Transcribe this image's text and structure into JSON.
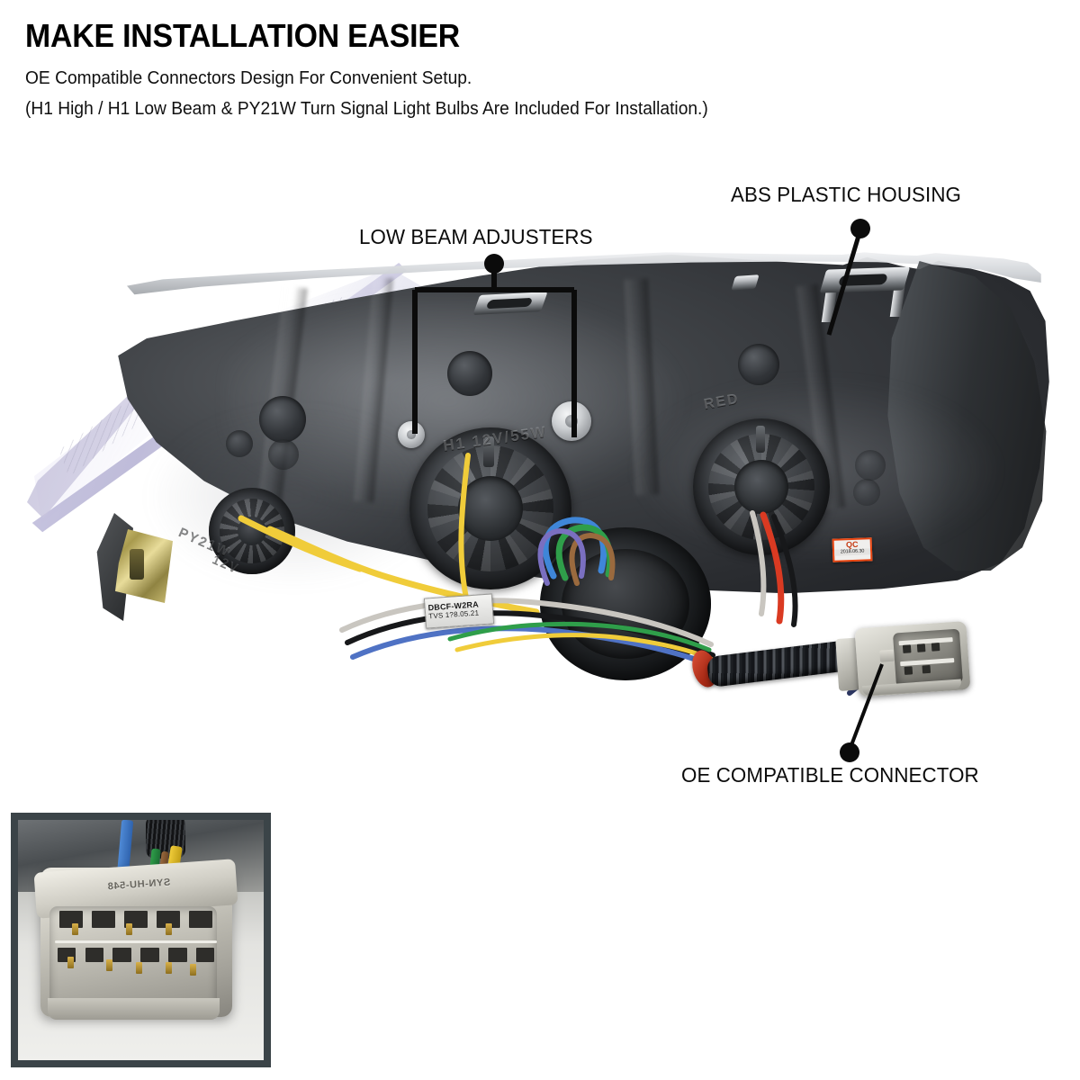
{
  "header": {
    "title": "MAKE INSTALLATION EASIER",
    "subtitle_1": "OE Compatible Connectors Design For Convenient Setup.",
    "subtitle_2": "(H1 High / H1 Low Beam & PY21W Turn Signal Light Bulbs Are Included For Installation.)"
  },
  "callouts": [
    {
      "id": "low-beam-adjusters",
      "label": "LOW BEAM ADJUSTERS"
    },
    {
      "id": "abs-plastic-housing",
      "label": "ABS PLASTIC HOUSING"
    },
    {
      "id": "oe-compatible-connector",
      "label": "OE COMPATIBLE CONNECTOR"
    }
  ],
  "product": {
    "molded_text": {
      "low_beam_bulb": "H1  12V/55W",
      "high_beam_marking": "RED",
      "turn_signal_socket": "PY21W",
      "turn_signal_voltage": "12V"
    },
    "labels": {
      "spec_label_line1": "DBCF-W2RA",
      "spec_label_line2": "TVS 1?8.05.21",
      "qc_sticker_title": "QC",
      "qc_sticker_date": "2018.06.30"
    },
    "wire_colors": [
      "yellow",
      "blue",
      "green",
      "brown",
      "violet",
      "white",
      "black",
      "red"
    ]
  },
  "inset": {
    "connector_molded_text": "SYN-HU-548"
  },
  "colors": {
    "text": "#0b0b0b",
    "title": "#000000",
    "qc_border": "#e8440f",
    "qc_text": "#c63a12",
    "inset_frame": "#3b4448",
    "lens_tint": "#c9c6e2",
    "housing_dark": "#2a2c30",
    "connector_grey": "#cfcec6"
  }
}
